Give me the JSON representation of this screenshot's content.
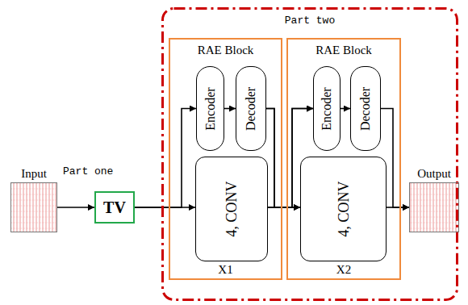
{
  "diagram": {
    "nodes": [
      {
        "text": [
          "Input"
        ]
      },
      {
        "text": [
          "TV"
        ]
      },
      {
        "text": [
          "Part two"
        ]
      },
      {
        "text": [
          "RAE Block",
          "X1"
        ],
        "in": 2
      },
      {
        "text": [
          "Encoder"
        ],
        "in": 3
      },
      {
        "text": [
          "Decoder"
        ],
        "in": 3
      },
      {
        "text": [
          "4, CONV"
        ],
        "in": 3
      },
      {
        "text": [
          "RAE Block",
          "X2"
        ],
        "in": 2
      },
      {
        "text": [
          "Encoder"
        ],
        "in": 7
      },
      {
        "text": [
          "Decoder"
        ],
        "in": 7
      },
      {
        "text": [
          "4, CONV"
        ],
        "in": 7
      },
      {
        "text": [
          "Output"
        ]
      }
    ],
    "edges": [
      {
        "from": 0,
        "to": 1,
        "arrow": "to"
      },
      {
        "from": 1,
        "to": 6,
        "arrow": "to"
      },
      {
        "from": 1,
        "to": 4,
        "arrow": "to"
      },
      {
        "from": 4,
        "to": 5,
        "arrow": "to"
      },
      {
        "from": 6,
        "to": 10,
        "arrow": "to"
      },
      {
        "from": 6,
        "to": 8,
        "arrow": "to"
      },
      {
        "from": 5,
        "to": 10,
        "arrow": "to"
      },
      {
        "from": 5,
        "to": 8,
        "arrow": "to"
      },
      {
        "from": 8,
        "to": 9,
        "arrow": "to"
      },
      {
        "from": 10,
        "to": 11,
        "arrow": "to"
      },
      {
        "from": 9,
        "to": 11,
        "arrow": "to"
      }
    ],
    "labels": [
      "Part one"
    ]
  }
}
